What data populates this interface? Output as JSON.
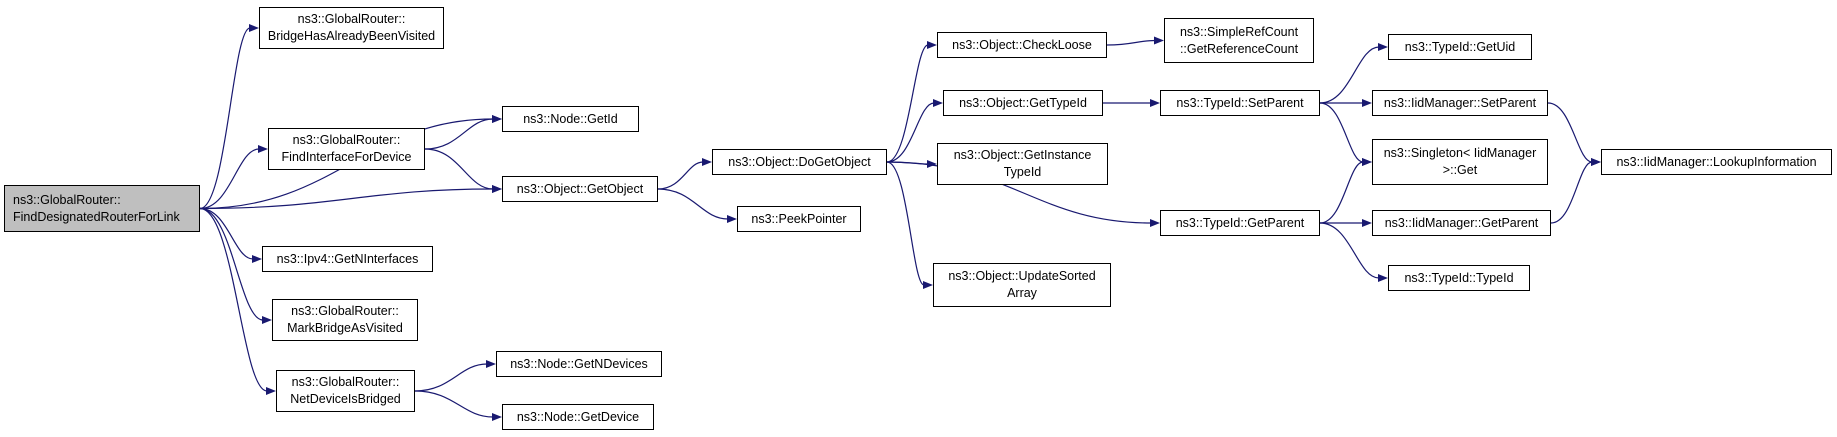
{
  "colors": {
    "edge": "#191970",
    "root_fill": "#bfbfbf",
    "node_fill": "#ffffff",
    "border": "#000000"
  },
  "nodes": [
    {
      "id": "root",
      "lines": [
        "ns3::GlobalRouter::",
        "FindDesignatedRouterForLink"
      ]
    },
    {
      "id": "bridgeVisited",
      "lines": [
        "ns3::GlobalRouter::",
        "BridgeHasAlreadyBeenVisited"
      ]
    },
    {
      "id": "findIface",
      "lines": [
        "ns3::GlobalRouter::",
        "FindInterfaceForDevice"
      ]
    },
    {
      "id": "nodeGetId",
      "lines": [
        "ns3::Node::GetId"
      ]
    },
    {
      "id": "getObject",
      "lines": [
        "ns3::Object::GetObject"
      ]
    },
    {
      "id": "ipv4Get",
      "lines": [
        "ns3::Ipv4::GetNInterfaces"
      ]
    },
    {
      "id": "markBridge",
      "lines": [
        "ns3::GlobalRouter::",
        "MarkBridgeAsVisited"
      ]
    },
    {
      "id": "netDevBridged",
      "lines": [
        "ns3::GlobalRouter::",
        "NetDeviceIsBridged"
      ]
    },
    {
      "id": "nodeGetN",
      "lines": [
        "ns3::Node::GetNDevices"
      ]
    },
    {
      "id": "nodeGetDev",
      "lines": [
        "ns3::Node::GetDevice"
      ]
    },
    {
      "id": "doGetObject",
      "lines": [
        "ns3::Object::DoGetObject"
      ]
    },
    {
      "id": "peekPtr",
      "lines": [
        "ns3::PeekPointer"
      ]
    },
    {
      "id": "checkLoose",
      "lines": [
        "ns3::Object::CheckLoose"
      ]
    },
    {
      "id": "getTypeId",
      "lines": [
        "ns3::Object::GetTypeId"
      ]
    },
    {
      "id": "getInstTypeId",
      "lines": [
        "ns3::Object::GetInstance",
        "TypeId"
      ]
    },
    {
      "id": "updateSorted",
      "lines": [
        "ns3::Object::UpdateSorted",
        "Array"
      ]
    },
    {
      "id": "simpleRef",
      "lines": [
        "ns3::SimpleRefCount",
        "::GetReferenceCount"
      ]
    },
    {
      "id": "setParent",
      "lines": [
        "ns3::TypeId::SetParent"
      ]
    },
    {
      "id": "getParent",
      "lines": [
        "ns3::TypeId::GetParent"
      ]
    },
    {
      "id": "getUid",
      "lines": [
        "ns3::TypeId::GetUid"
      ]
    },
    {
      "id": "iidSetParent",
      "lines": [
        "ns3::IidManager::SetParent"
      ]
    },
    {
      "id": "singletonGet",
      "lines": [
        "ns3::Singleton< IidManager",
        ">::Get"
      ]
    },
    {
      "id": "iidGetParent",
      "lines": [
        "ns3::IidManager::GetParent"
      ]
    },
    {
      "id": "typeIdCtor",
      "lines": [
        "ns3::TypeId::TypeId"
      ]
    },
    {
      "id": "lookupInfo",
      "lines": [
        "ns3::IidManager::LookupInformation"
      ]
    }
  ],
  "edges": [
    [
      "root",
      "bridgeVisited"
    ],
    [
      "root",
      "nodeGetId"
    ],
    [
      "root",
      "findIface"
    ],
    [
      "root",
      "getObject"
    ],
    [
      "root",
      "ipv4Get"
    ],
    [
      "root",
      "markBridge"
    ],
    [
      "root",
      "netDevBridged"
    ],
    [
      "findIface",
      "nodeGetId"
    ],
    [
      "findIface",
      "getObject"
    ],
    [
      "getObject",
      "doGetObject"
    ],
    [
      "getObject",
      "peekPtr"
    ],
    [
      "netDevBridged",
      "nodeGetN"
    ],
    [
      "netDevBridged",
      "nodeGetDev"
    ],
    [
      "doGetObject",
      "checkLoose"
    ],
    [
      "doGetObject",
      "getTypeId"
    ],
    [
      "doGetObject",
      "getInstTypeId"
    ],
    [
      "doGetObject",
      "updateSorted"
    ],
    [
      "doGetObject",
      "getParent"
    ],
    [
      "checkLoose",
      "simpleRef"
    ],
    [
      "getTypeId",
      "setParent"
    ],
    [
      "setParent",
      "getUid"
    ],
    [
      "setParent",
      "iidSetParent"
    ],
    [
      "setParent",
      "singletonGet"
    ],
    [
      "getParent",
      "singletonGet"
    ],
    [
      "getParent",
      "iidGetParent"
    ],
    [
      "getParent",
      "typeIdCtor"
    ],
    [
      "iidSetParent",
      "lookupInfo"
    ],
    [
      "iidGetParent",
      "lookupInfo"
    ]
  ]
}
